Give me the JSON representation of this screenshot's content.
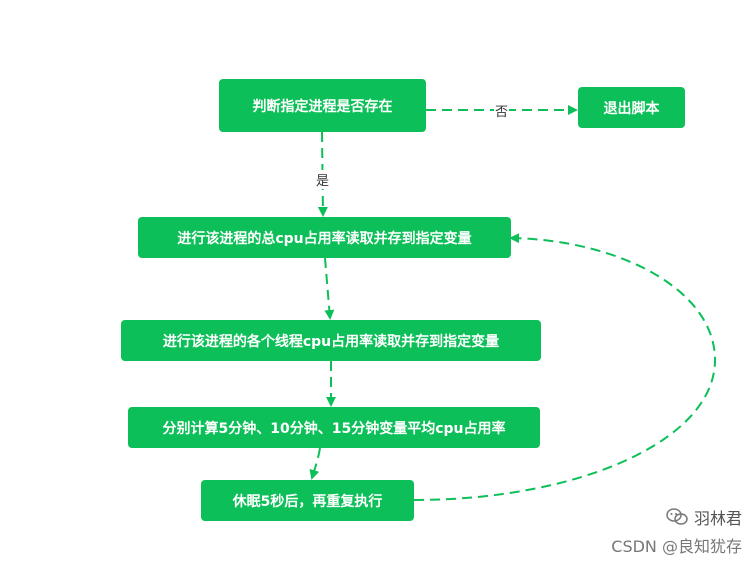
{
  "diagram": {
    "nodes": {
      "check_process": "判断指定进程是否存在",
      "exit_script": "退出脚本",
      "read_total_cpu": "进行该进程的总cpu占用率读取并存到指定变量",
      "read_thread_cpu": "进行该进程的各个线程cpu占用率读取并存到指定变量",
      "calc_average": "分别计算5分钟、10分钟、15分钟变量平均cpu占用率",
      "sleep_repeat": "休眠5秒后，再重复执行"
    },
    "edge_labels": {
      "no": "否",
      "yes": "是"
    },
    "colors": {
      "node_fill": "#0cbf58",
      "edge": "#0cbf58",
      "node_text": "#ffffff"
    }
  },
  "watermarks": {
    "wechat_name": "羽林君",
    "csdn": "CSDN @良知犹存"
  }
}
